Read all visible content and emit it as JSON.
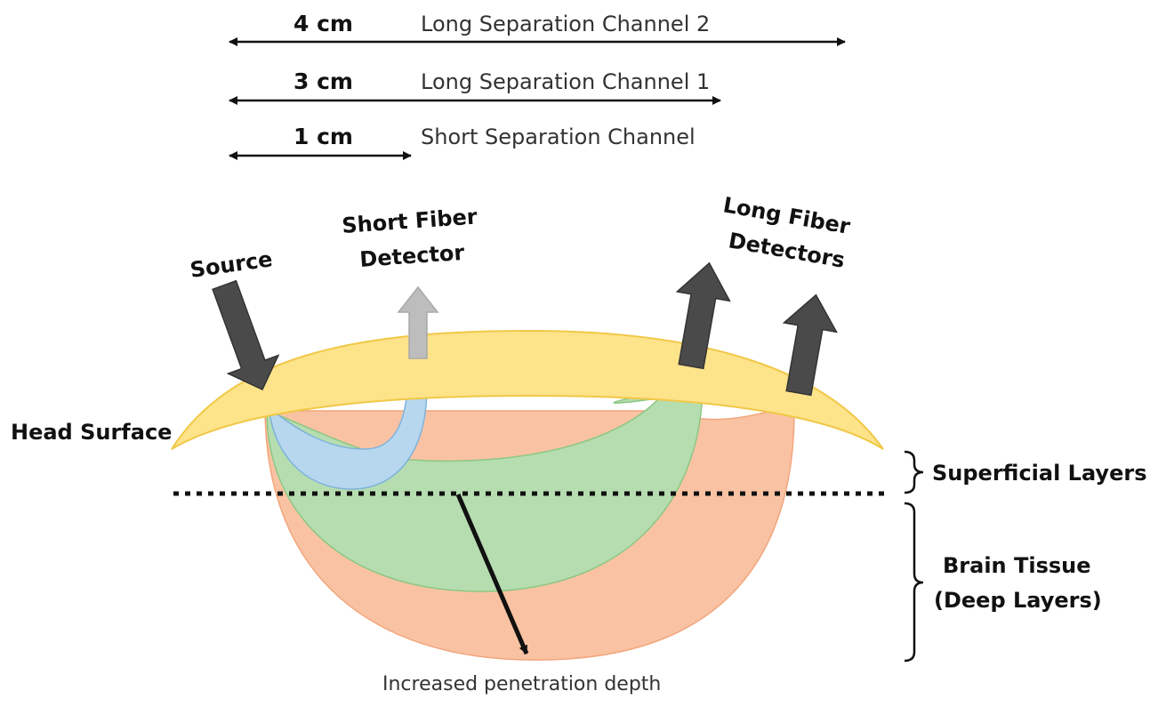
{
  "scale": {
    "rows": [
      {
        "distance": "4 cm",
        "channel": "Long Separation Channel 2"
      },
      {
        "distance": "3 cm",
        "channel": "Long Separation Channel 1"
      },
      {
        "distance": "1 cm",
        "channel": "Short Separation Channel"
      }
    ]
  },
  "labels": {
    "source": "Source",
    "short_detector_line1": "Short Fiber",
    "short_detector_line2": "Detector",
    "long_detector_line1": "Long Fiber",
    "long_detector_line2": "Detectors",
    "head_surface": "Head Surface",
    "superficial": "Superficial Layers",
    "brain_line1": "Brain Tissue",
    "brain_line2": "(Deep Layers)",
    "depth": "Increased penetration depth"
  },
  "colors": {
    "head_surface": "#fde38a",
    "short_path": "#b7d7ee",
    "medium_path": "#b6ddb0",
    "long_path": "#f9c3a3",
    "source_arrow": "#4a4a4a",
    "short_detector_arrow": "#bdbdbd",
    "long_detector_arrow": "#4a4a4a"
  }
}
